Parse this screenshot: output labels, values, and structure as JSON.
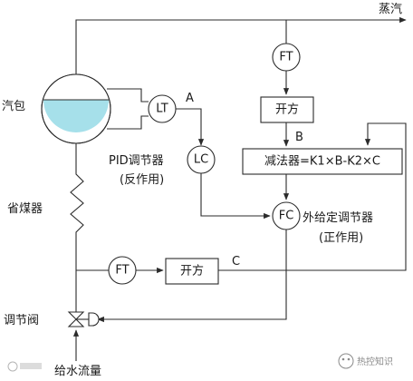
{
  "labels": {
    "steam": "蒸汽",
    "drum": "汽包",
    "economizer": "省煤器",
    "valve": "调节阀",
    "feedwater": "给水流量",
    "pid_line1": "PID调节器",
    "pid_line2": "(反作用)",
    "fc_line1": "外给定调节器",
    "fc_line2": "(正作用)",
    "sig_a": "A",
    "sig_b": "B",
    "sig_c": "C"
  },
  "instruments": {
    "ft_steam": "FT",
    "lt": "LT",
    "lc": "LC",
    "fc": "FC",
    "ft_water": "FT"
  },
  "blocks": {
    "sqrt_top": "开方",
    "subtractor": "减法器=K1×B-K2×C",
    "sqrt_bottom": "开方"
  },
  "watermarks": {
    "right": "热控知识"
  },
  "colors": {
    "water": "#a6e0ea",
    "line": "#2b2b2b"
  }
}
